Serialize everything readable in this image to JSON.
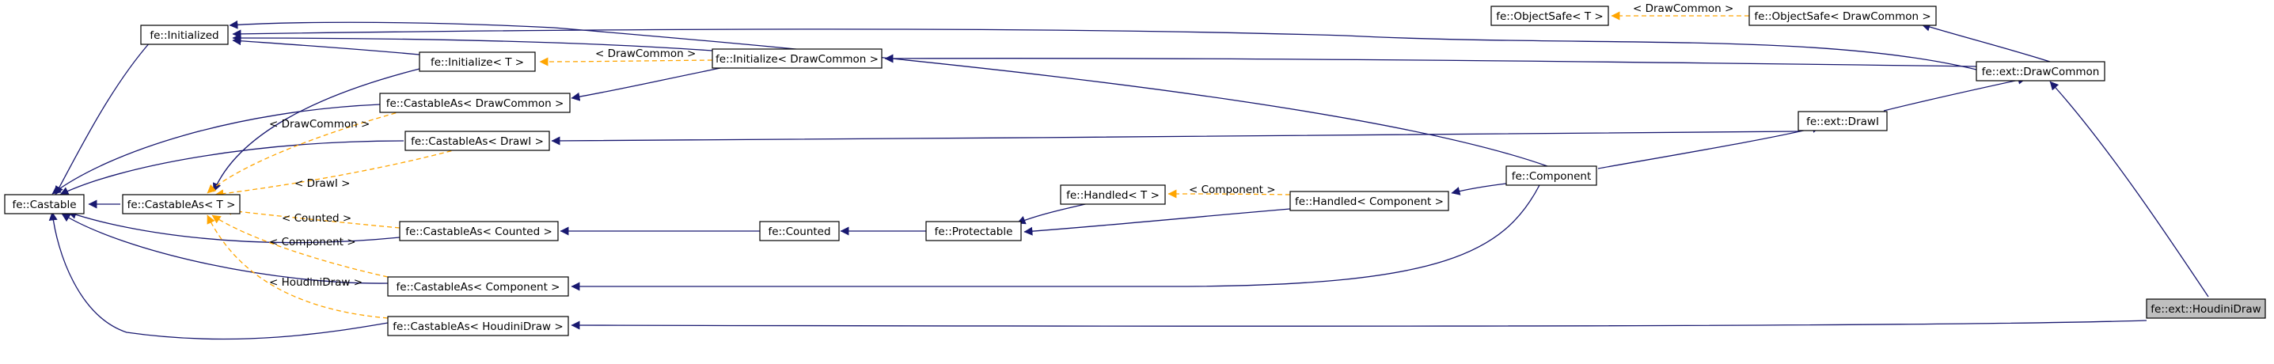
{
  "diagram": {
    "title": "",
    "colors": {
      "inherit_edge": "#191970",
      "template_edge": "#ffa500",
      "focus_fill": "#bfbfbf",
      "node_fill": "#ffffff",
      "node_border": "#000000"
    },
    "nodes": {
      "initialized": "fe::Initialized",
      "castable": "fe::Castable",
      "castableas_t": "fe::CastableAs< T >",
      "initialize_t": "fe::Initialize< T >",
      "initialize_dc": "fe::Initialize< DrawCommon >",
      "castableas_dc": "fe::CastableAs< DrawCommon >",
      "castableas_drawi": "fe::CastableAs< DrawI >",
      "castableas_counted": "fe::CastableAs< Counted >",
      "castableas_component": "fe::CastableAs< Component >",
      "castableas_houdini": "fe::CastableAs< HoudiniDraw >",
      "counted": "fe::Counted",
      "protectable": "fe::Protectable",
      "handled_t": "fe::Handled< T >",
      "handled_component": "fe::Handled< Component >",
      "component": "fe::Component",
      "objectsafe_t": "fe::ObjectSafe< T >",
      "objectsafe_dc": "fe::ObjectSafe< DrawCommon >",
      "ext_drawcommon": "fe::ext::DrawCommon",
      "ext_drawi": "fe::ext::DrawI",
      "ext_houdinidraw": "fe::ext::HoudiniDraw"
    },
    "edge_labels": {
      "dc_init": "< DrawCommon >",
      "dc_castable": "< DrawCommon >",
      "drawi": "< DrawI >",
      "counted": "< Counted >",
      "component_castable": "< Component >",
      "houdini": "< HoudiniDraw >",
      "component_handled": "< Component >",
      "dc_objectsafe": "< DrawCommon >"
    }
  }
}
